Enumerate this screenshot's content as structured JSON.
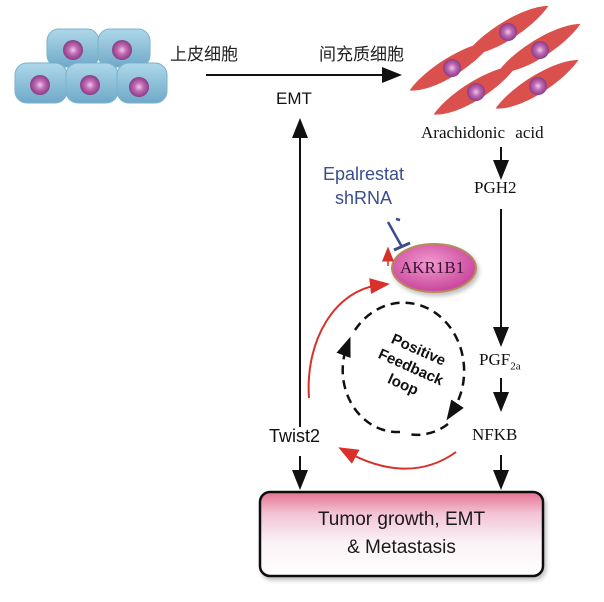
{
  "cells": {
    "epithelial_label": "上皮细胞",
    "mesenchymal_label": "间充质细胞",
    "transition_label": "EMT"
  },
  "pathway": {
    "nodes": [
      "Arachidonic acid",
      "PGH2",
      "PGF",
      "NFKB"
    ],
    "pgf_subscript": "2a"
  },
  "inhibitor": {
    "line1": "Epalrestat",
    "line2": "shRNA"
  },
  "enzyme": {
    "label": "AKR1B1",
    "up_indicator": "↑"
  },
  "loop": {
    "line1": "Positive",
    "line2": "Feedback",
    "line3": "loop"
  },
  "twist": {
    "label": "Twist2"
  },
  "outcome": {
    "line1": "Tumor growth, EMT",
    "line2": "& Metastasis"
  },
  "colors": {
    "inhibitor_blue": "#3a4d8f",
    "activation_red": "#d9302a",
    "enzyme_fill": "#d65aa8",
    "epithelial_cell": "#8fc6dc",
    "mesenchymal_cell": "#d9504c",
    "nucleus": "#b04a9a",
    "outcome_top": "#e8809c"
  }
}
